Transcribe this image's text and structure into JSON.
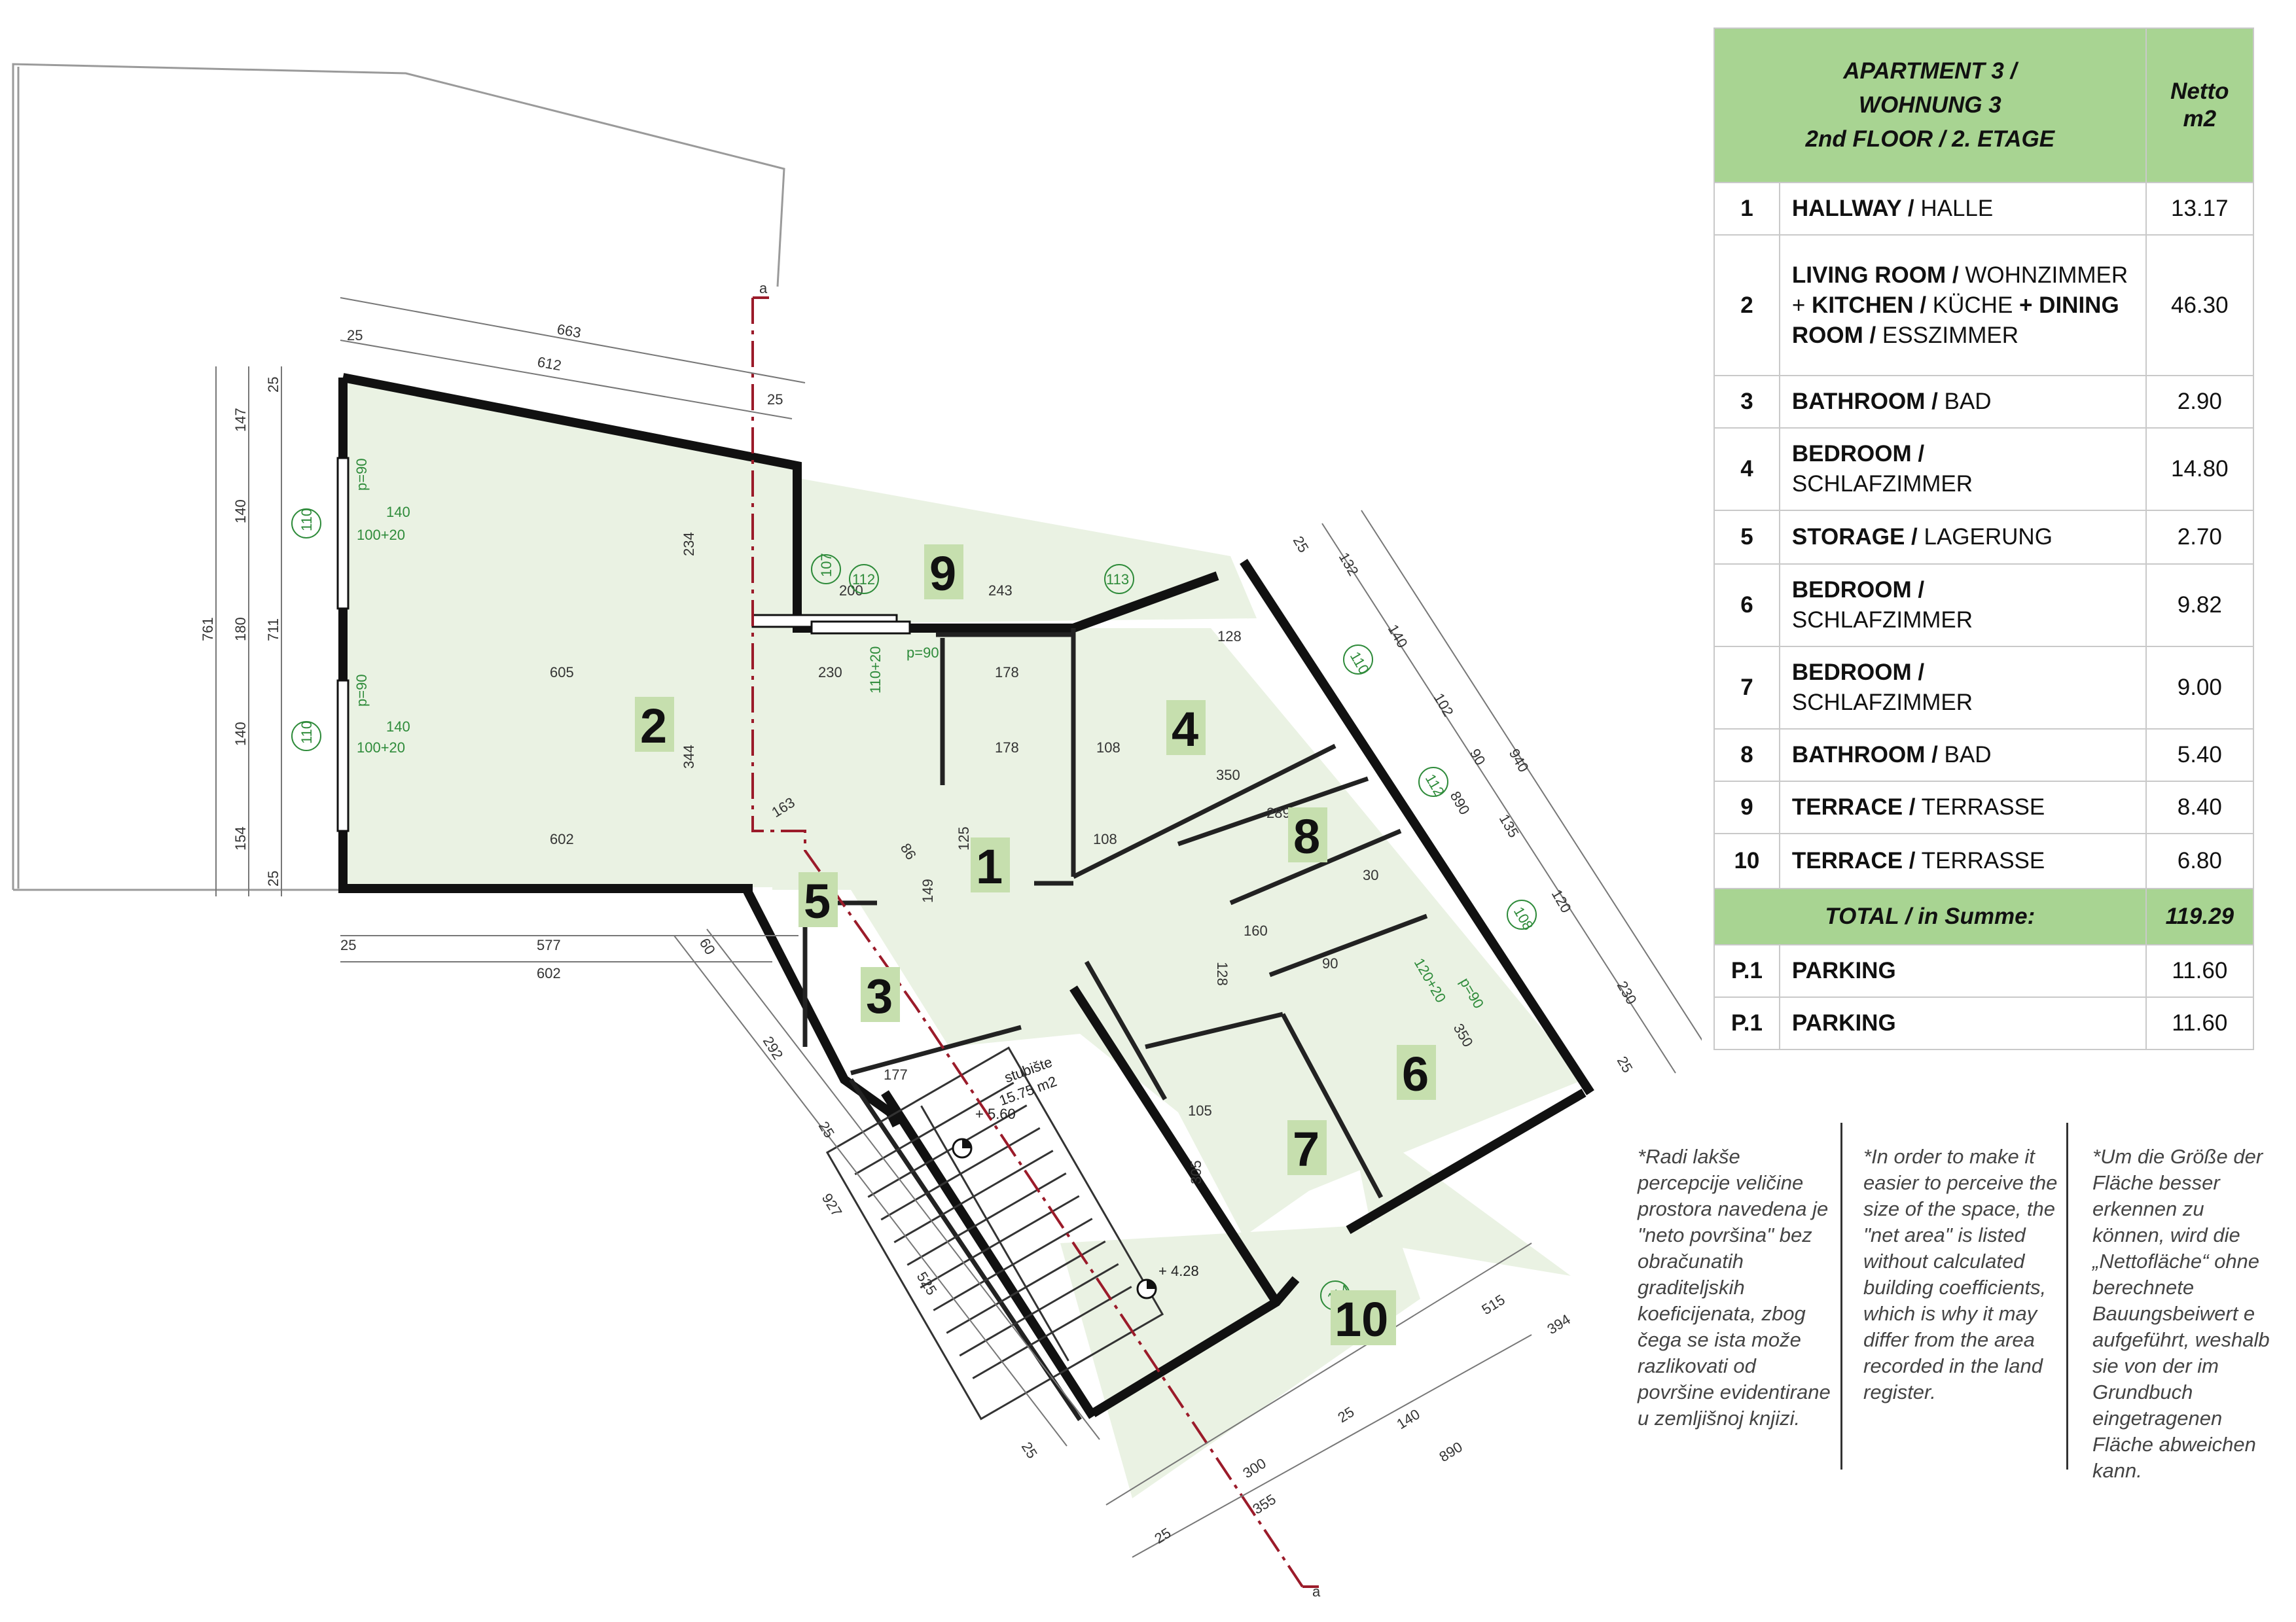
{
  "floorplan": {
    "room_labels": [
      "1",
      "2",
      "3",
      "4",
      "5",
      "6",
      "7",
      "8",
      "9",
      "10"
    ],
    "stair_label": "stubište",
    "stair_area": "15.75 m2",
    "levels": [
      "+ 5.60",
      "+ 4.28"
    ],
    "section_marks": [
      "a",
      "a"
    ],
    "dims": {
      "d663": "663",
      "d612": "612",
      "d602a": "602",
      "d577": "577",
      "d602b": "602",
      "d147": "147",
      "d140a": "140",
      "d180": "180",
      "d140b": "140",
      "d154": "154",
      "d761": "761",
      "d711": "711",
      "d25": "25",
      "d605": "605",
      "d234": "234",
      "d344": "344",
      "d243": "243",
      "d200": "200",
      "d230": "230",
      "d178a": "178",
      "d178b": "178",
      "d108a": "108",
      "d108b": "108",
      "d350a": "350",
      "d350b": "350",
      "d289": "289",
      "d128a": "128",
      "d128b": "128",
      "d132": "132",
      "d102": "102",
      "d90": "90",
      "d135": "135",
      "d120": "120",
      "d940": "940",
      "d890a": "890",
      "d230b": "230",
      "d292": "292",
      "d927": "927",
      "d525": "525",
      "d515": "515",
      "d394": "394",
      "d890b": "890",
      "d355": "355",
      "d300": "300",
      "d305": "305",
      "d177": "177",
      "d163": "163",
      "d125": "125",
      "d86": "86",
      "d149": "149",
      "d105": "105",
      "d60": "60",
      "d160": "160",
      "d30": "30"
    },
    "window_dims": {
      "w110a": "110",
      "w110b": "110",
      "w107": "107",
      "w112a": "112",
      "w113": "113",
      "w110c": "110",
      "w112b": "112",
      "w108": "108",
      "w114": "114",
      "p90a": "p=90",
      "p90b": "p=90",
      "p90c": "p=90",
      "p90d": "p=90",
      "s140a": "140",
      "s10020a": "100+20",
      "s140b": "140",
      "s10020b": "100+20",
      "s12020": "120+20",
      "s11020": "110+20"
    }
  },
  "table": {
    "title_lines": [
      "APARTMENT 3  /",
      "WOHNUNG 3",
      "2nd FLOOR / 2. ETAGE"
    ],
    "netto_lines": [
      "Netto",
      "m2"
    ],
    "rows": [
      {
        "num": "1",
        "bold": "HALLWAY /",
        "rest": " HALLE",
        "value": "13.17"
      },
      {
        "num": "2",
        "bold": "LIVING ROOM /",
        "rest": " WOHNZIMMER + ",
        "bold2": "KITCHEN /",
        "rest2": " KÜCHE ",
        "bold3": "+ DINING ROOM /",
        "rest3": " ESSZIMMER",
        "value": "46.30"
      },
      {
        "num": "3",
        "bold": "BATHROOM /",
        "rest": " BAD",
        "value": "2.90"
      },
      {
        "num": "4",
        "bold": "BEDROOM /",
        "rest": " SCHLAFZIMMER",
        "value": "14.80"
      },
      {
        "num": "5",
        "bold": "STORAGE /",
        "rest": " LAGERUNG",
        "value": "2.70"
      },
      {
        "num": "6",
        "bold": "BEDROOM /",
        "rest": " SCHLAFZIMMER",
        "value": "9.82"
      },
      {
        "num": "7",
        "bold": "BEDROOM /",
        "rest": " SCHLAFZIMMER",
        "value": "9.00"
      },
      {
        "num": "8",
        "bold": "BATHROOM /",
        "rest": " BAD",
        "value": "5.40"
      },
      {
        "num": "9",
        "bold": "TERRACE /",
        "rest": " TERRASSE",
        "value": "8.40"
      },
      {
        "num": "10",
        "bold": "TERRACE /",
        "rest": " TERRASSE",
        "value": "6.80"
      }
    ],
    "total": {
      "label": "TOTAL / in Summe:",
      "value": "119.29"
    },
    "parking": [
      {
        "num": "P.1",
        "label": "PARKING",
        "value": "11.60"
      },
      {
        "num": "P.1",
        "label": "PARKING",
        "value": "11.60"
      }
    ]
  },
  "notes": [
    "*Radi lakše percepcije veličine prostora navedena je \"neto površina\" bez obračunatih graditeljskih koeficijenata, zbog čega se ista može razlikovati od površine evidentirane u zemljišnoj knjizi.",
    "*In order to make it easier to perceive the size of the space, the \"net area\" is listed without calculated building coefficients, which is why it may differ from the area recorded in the land register.",
    "*Um die Größe der Fläche besser erkennen zu können, wird die „Nettofläche“ ohne berechnete Bauungsbeiwert e aufgeführt, weshalb sie von der im Grundbuch eingetragenen Fläche abweichen kann."
  ],
  "colors": {
    "header_green": "#a8d492",
    "room_fill": "#eaf2e3",
    "label_green": "#c6dfae",
    "section_red": "#9b1b2a",
    "dim_green": "#2e8b3a"
  }
}
